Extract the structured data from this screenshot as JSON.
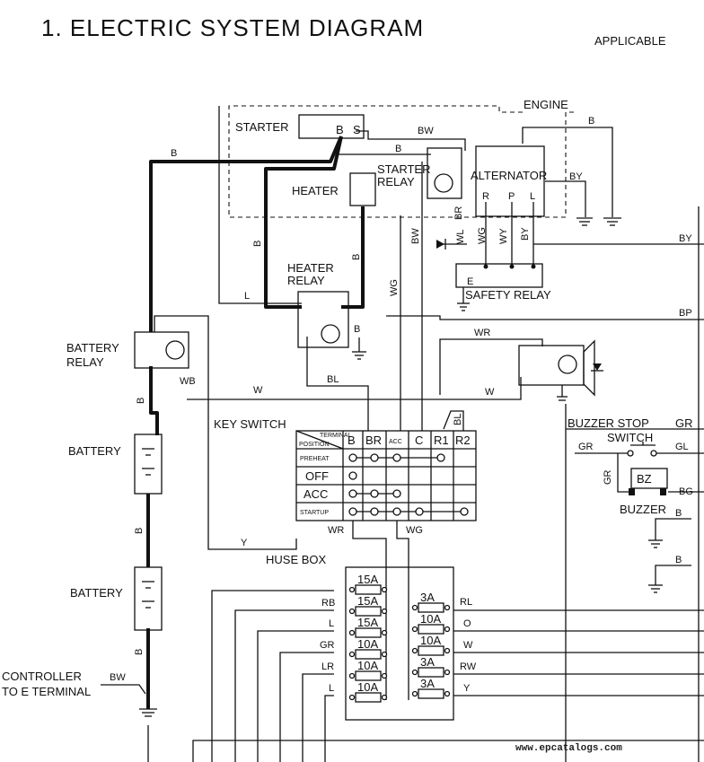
{
  "title": "1.  ELECTRIC SYSTEM DIAGRAM",
  "applicable": "APPLICABLE",
  "watermark": "www.epcatalogs.com",
  "components": {
    "engine": "ENGINE",
    "starter": "STARTER",
    "heater": "HEATER",
    "starter_relay_1": "STARTER",
    "starter_relay_2": "RELAY",
    "alternator": "ALTERNATOR",
    "heater_relay_1": "HEATER",
    "heater_relay_2": "RELAY",
    "safety_relay": "SAFETY RELAY",
    "battery_relay_1": "BATTERY",
    "battery_relay_2": "RELAY",
    "battery_1": "BATTERY",
    "battery_2": "BATTERY",
    "key_switch": "KEY SWITCH",
    "fuse_box": "HUSE BOX",
    "buzzer_stop": "BUZZER STOP",
    "switch": "SWITCH",
    "buzzer": "BUZZER",
    "bz": "BZ",
    "controller_1": "CONTROLLER",
    "controller_2": "TO E TERMINAL"
  },
  "terminals": {
    "b": "B",
    "s": "S",
    "r": "R",
    "p": "P",
    "l": "L",
    "e": "E"
  },
  "wires": {
    "b": "B",
    "bw": "BW",
    "by": "BY",
    "br": "BR",
    "wl": "WL",
    "wg": "WG",
    "wy": "WY",
    "l": "L",
    "bp": "BP",
    "wr": "WR",
    "wb": "WB",
    "w": "W",
    "bl": "BL",
    "gr": "GR",
    "gl": "GL",
    "bg": "BG",
    "y": "Y",
    "rl": "RL",
    "o": "O",
    "rw": "RW",
    "rb": "RB",
    "lr": "LR"
  },
  "key_switch_table": {
    "header_corner_top": "TERMINAL",
    "header_corner_bottom": "POSITION",
    "columns": [
      "B",
      "BR",
      "ACC",
      "C",
      "R1",
      "R2"
    ],
    "rows": [
      "PREHEAT",
      "OFF",
      "ACC",
      "STARTUP"
    ]
  },
  "fuses": {
    "left": [
      "15A",
      "15A",
      "15A",
      "10A",
      "10A",
      "10A"
    ],
    "right": [
      "3A",
      "10A",
      "10A",
      "3A",
      "3A"
    ]
  }
}
